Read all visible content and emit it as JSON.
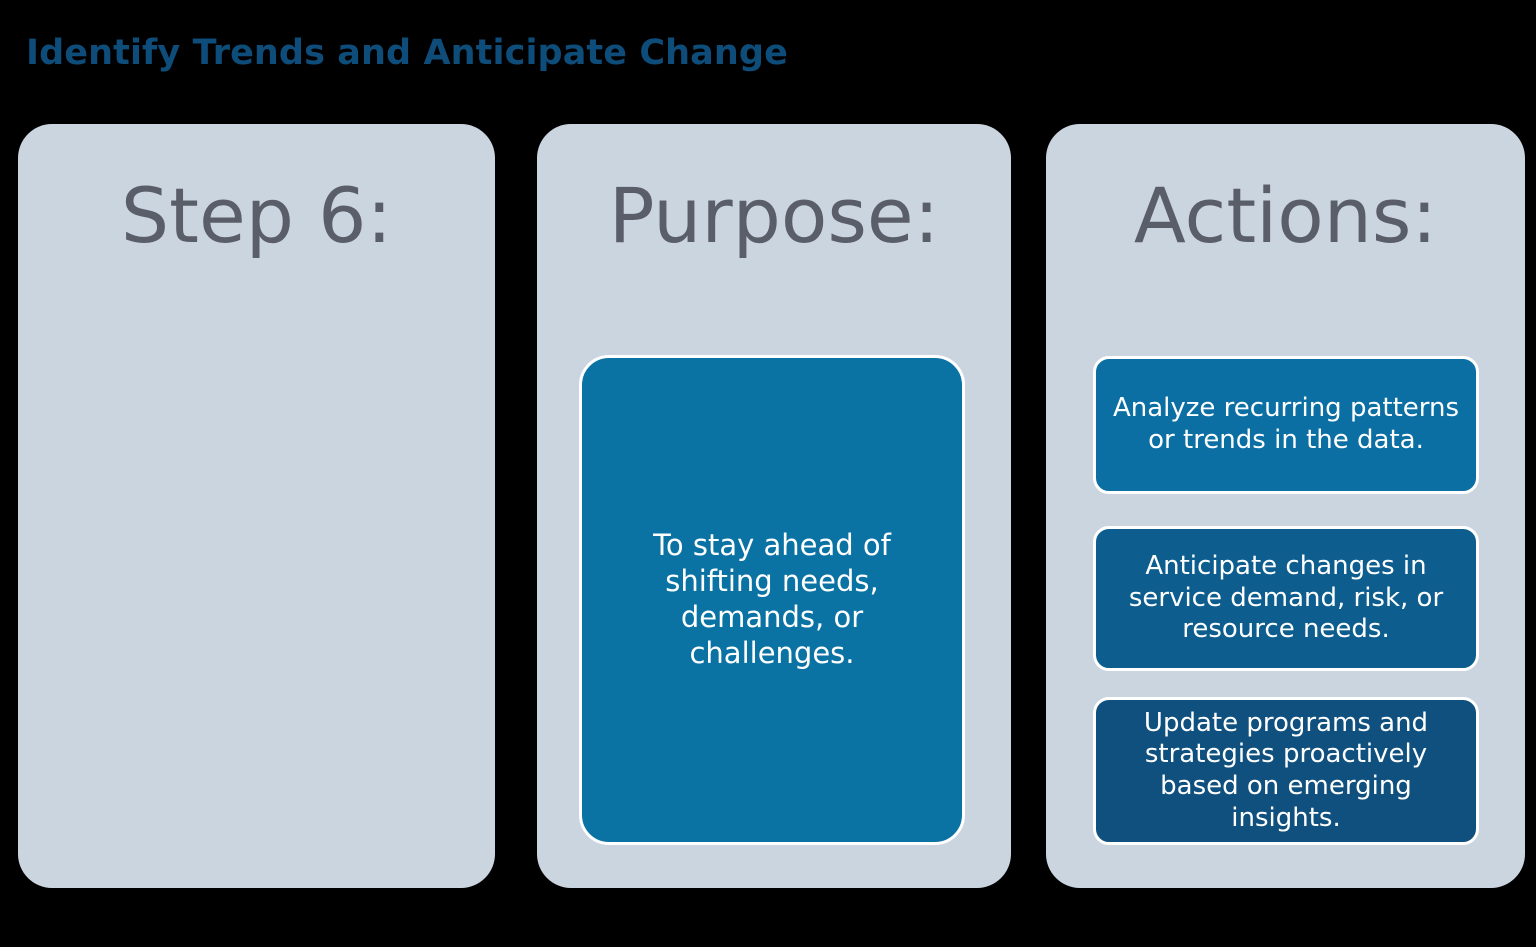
{
  "slide": {
    "title": "Identify Trends and Anticipate Change",
    "title_color": "#0E4C7A",
    "background_color": "#000000",
    "panel_color": "#CBD5E0",
    "heading_color": "#5A5E69"
  },
  "columns": {
    "step": {
      "heading": "Step 6:"
    },
    "purpose": {
      "heading": "Purpose:",
      "card": {
        "text": "To stay ahead of shifting needs, demands, or challenges.",
        "color": "#0B73A4"
      }
    },
    "actions": {
      "heading": "Actions:",
      "cards": [
        {
          "text": "Analyze recurring patterns or trends in the data.",
          "color": "#0B6FA4"
        },
        {
          "text": "Anticipate changes in service demand, risk, or resource needs.",
          "color": "#0D5E8E"
        },
        {
          "text": "Update programs and strategies proactively based on emerging insights.",
          "color": "#10507E"
        }
      ]
    }
  }
}
